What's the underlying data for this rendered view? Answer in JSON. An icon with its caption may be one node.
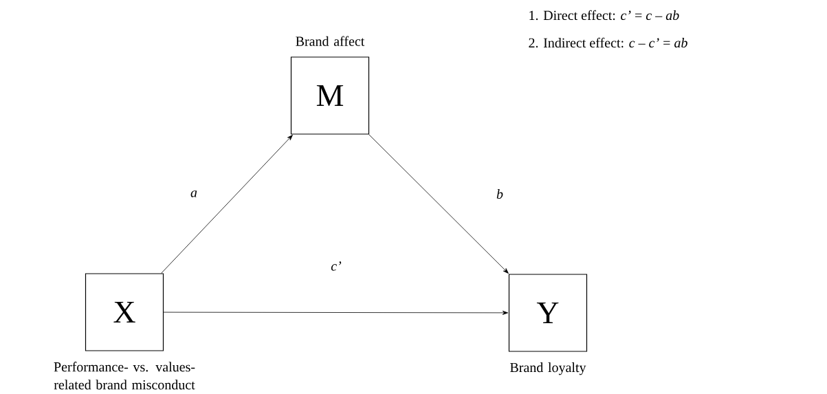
{
  "diagram": {
    "nodes": [
      {
        "text": [
          "X",
          "Performance- vs. values-related brand misconduct"
        ]
      },
      {
        "text": [
          "Brand affect",
          "M"
        ]
      },
      {
        "text": [
          "Y",
          "Brand loyalty"
        ]
      }
    ],
    "edges": [
      {
        "from": 0,
        "to": 1,
        "arrow": "to",
        "label": "a"
      },
      {
        "from": 1,
        "to": 2,
        "arrow": "to",
        "label": "b"
      },
      {
        "from": 0,
        "to": 2,
        "arrow": "to",
        "label": "c’"
      }
    ],
    "labels": [
      "1.  Direct effect: *c’* = *c* – *ab*",
      "2.  Indirect effect: *c* – *c’* = *ab*"
    ]
  }
}
